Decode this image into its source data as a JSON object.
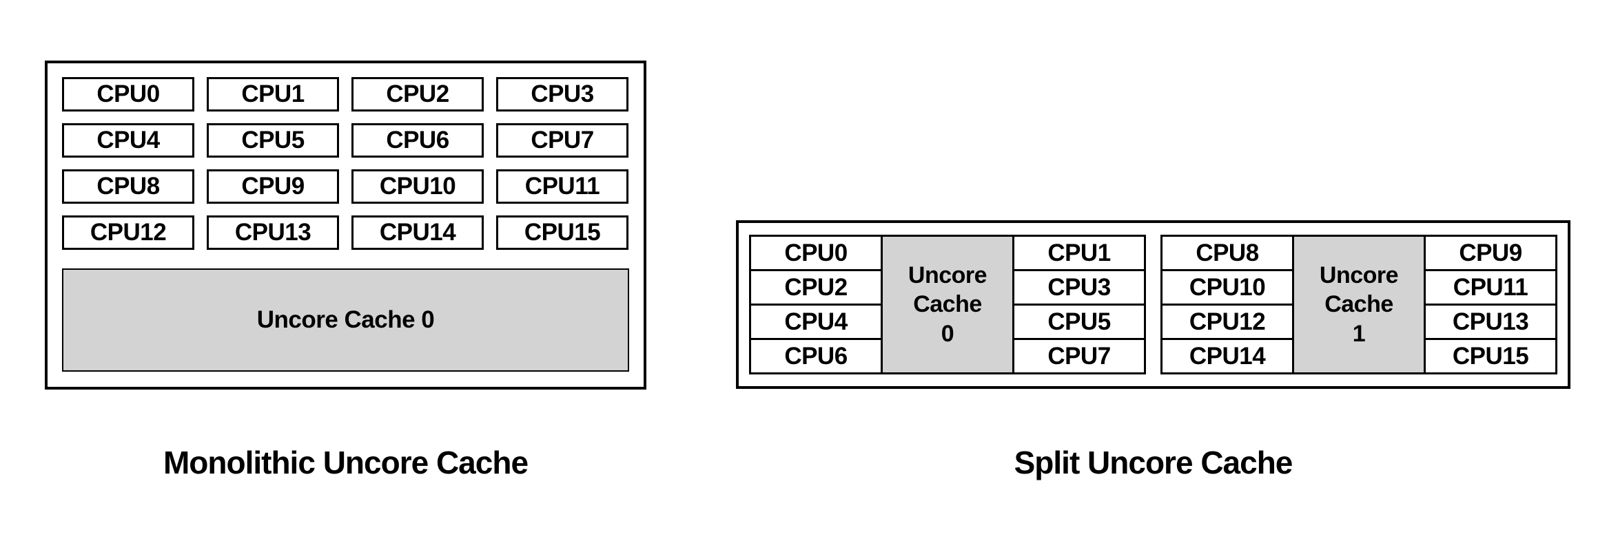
{
  "colors": {
    "border": "#000000",
    "cache_fill": "#d3d3d3",
    "cpu_fill": "#ffffff",
    "text": "#000000",
    "background": "#ffffff"
  },
  "monolithic": {
    "caption": "Monolithic Uncore Cache",
    "cache_label": "Uncore Cache 0",
    "cpus": [
      "CPU0",
      "CPU1",
      "CPU2",
      "CPU3",
      "CPU4",
      "CPU5",
      "CPU6",
      "CPU7",
      "CPU8",
      "CPU9",
      "CPU10",
      "CPU11",
      "CPU12",
      "CPU13",
      "CPU14",
      "CPU15"
    ]
  },
  "split": {
    "caption": "Split Uncore Cache",
    "groups": [
      {
        "cache_label": "Uncore Cache 0",
        "cache_lines": [
          "Uncore",
          "Cache",
          "0"
        ],
        "left_cpus": [
          "CPU0",
          "CPU2",
          "CPU4",
          "CPU6"
        ],
        "right_cpus": [
          "CPU1",
          "CPU3",
          "CPU5",
          "CPU7"
        ]
      },
      {
        "cache_label": "Uncore Cache 1",
        "cache_lines": [
          "Uncore",
          "Cache",
          "1"
        ],
        "left_cpus": [
          "CPU8",
          "CPU10",
          "CPU12",
          "CPU14"
        ],
        "right_cpus": [
          "CPU9",
          "CPU11",
          "CPU13",
          "CPU15"
        ]
      }
    ]
  }
}
